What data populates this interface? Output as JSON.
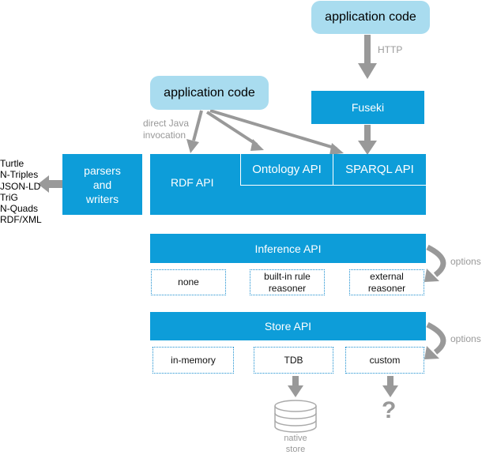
{
  "app_top": "application code",
  "app_left": "application code",
  "http_label": "HTTP",
  "fuseki": "Fuseki",
  "direct_java": [
    "direct Java",
    "invocation"
  ],
  "formats": [
    "Turtle",
    "N-Triples",
    "JSON-LD",
    "TriG",
    "N-Quads",
    "RDF/XML"
  ],
  "parsers": [
    "parsers",
    "and",
    "writers"
  ],
  "rdf_api": "RDF API",
  "ontology_api": "Ontology API",
  "sparql_api": "SPARQL API",
  "inference_api": "Inference API",
  "inference_options": [
    [
      "none"
    ],
    [
      "built-in rule",
      "reasoner"
    ],
    [
      "external",
      "reasoner"
    ]
  ],
  "options_label": "options",
  "store_api": "Store API",
  "store_options": [
    "in-memory",
    "TDB",
    "custom"
  ],
  "native_store": [
    "native",
    "store"
  ],
  "unknown_mark": "?",
  "colors": {
    "api_blue": "#0d9dd9",
    "app_light_blue": "#a9dcef",
    "arrow_gray": "#999999",
    "dotted_border": "#1b8fd0"
  }
}
